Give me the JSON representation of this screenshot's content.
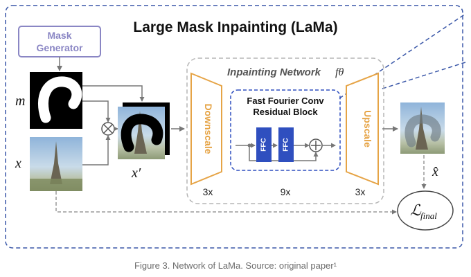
{
  "title": "Large Mask Inpainting (LaMa)",
  "mask_generator": [
    "Mask",
    "Generator"
  ],
  "labels": {
    "m": "m",
    "x": "x",
    "x_prime": "x′",
    "x_hat": "x̂",
    "f_theta": "fθ",
    "loss": "final"
  },
  "inpainting_network": "Inpainting Network",
  "downscale": "Downscale",
  "upscale": "Upscale",
  "ffc_block": [
    "Fast Fourier Conv",
    "Residual Block"
  ],
  "ffc_label": "FFC",
  "counts": {
    "downscale": "3x",
    "ffc": "9x",
    "upscale": "3x"
  },
  "caption": "Figure 3. Network of LaMa. Source: original paper¹",
  "colors": {
    "orange": "#e6a446",
    "blue": "#2f4fbf",
    "purple": "#8a86c4",
    "gray": "#8a8a8a",
    "dash_blue": "#3a57a8"
  },
  "icons": {
    "multiply": "circle-times-icon",
    "add": "circle-plus-icon"
  }
}
